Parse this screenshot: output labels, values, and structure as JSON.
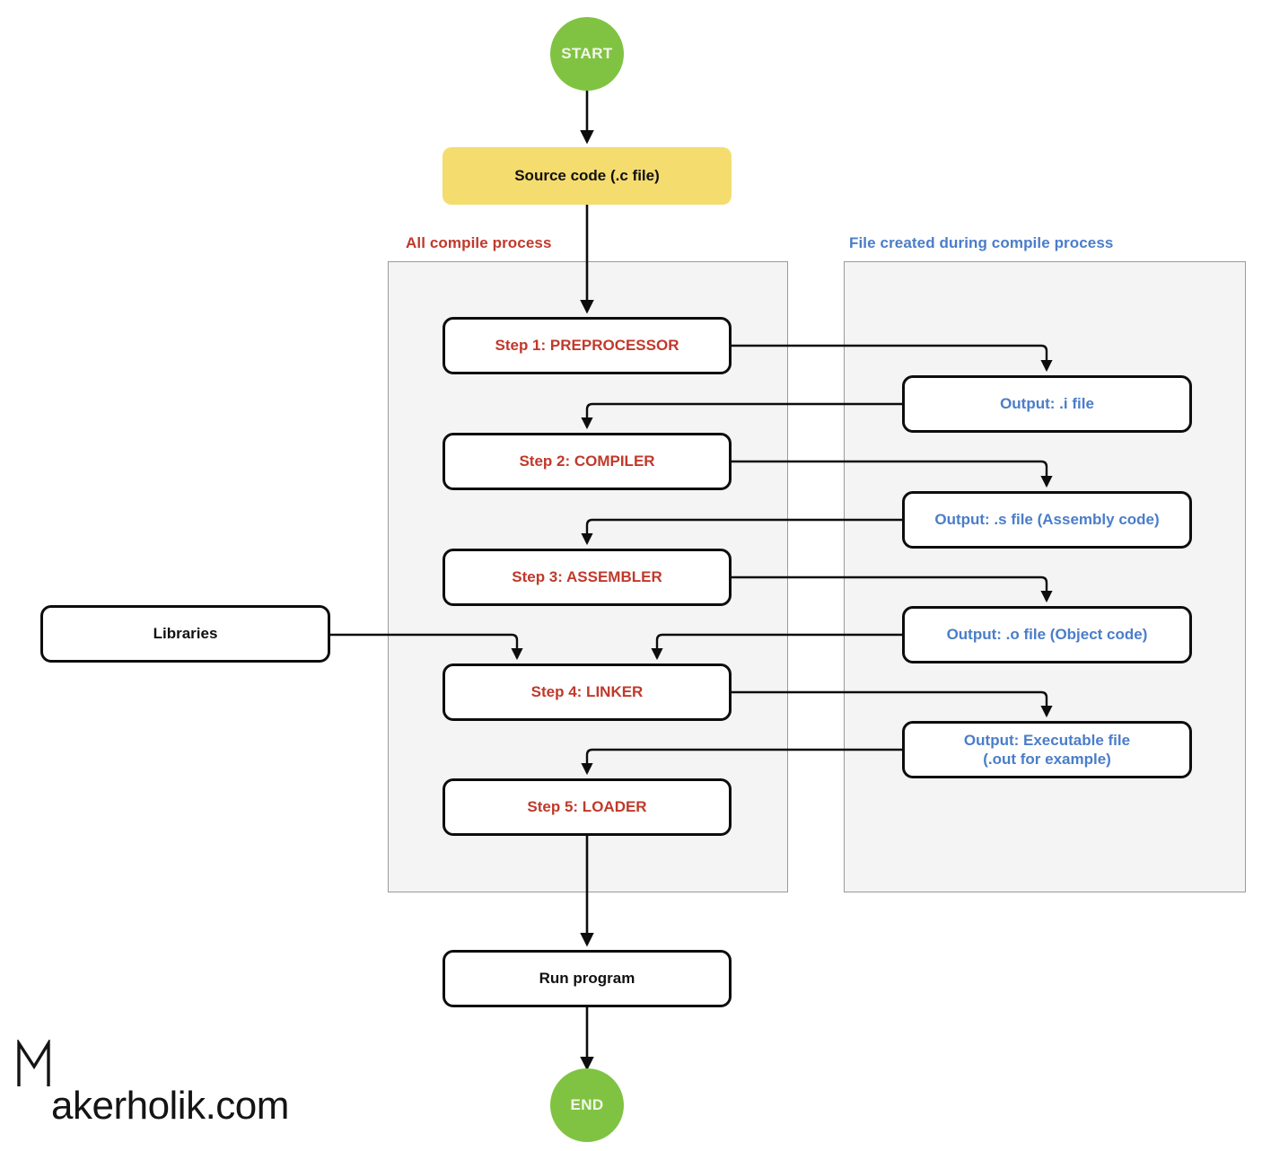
{
  "diagram": {
    "title": "C compilation process flowchart",
    "colors": {
      "red": "#c0392b",
      "blue": "#4a7dc9",
      "green": "#80c342",
      "yellow": "#f5dc6e",
      "panel_fill": "#f4f4f4",
      "stroke": "#0d0d0d"
    }
  },
  "terminators": {
    "start": "START",
    "end": "END"
  },
  "nodes": {
    "source": "Source code (.c file)",
    "libraries": "Libraries",
    "run_program": "Run program"
  },
  "panels": {
    "left": {
      "label": "All compile process"
    },
    "right": {
      "label": "File created during compile process"
    }
  },
  "steps": [
    {
      "label": "Step 1: PREPROCESSOR"
    },
    {
      "label": "Step 2: COMPILER"
    },
    {
      "label": "Step 3: ASSEMBLER"
    },
    {
      "label": "Step 4: LINKER"
    },
    {
      "label": "Step 5: LOADER"
    }
  ],
  "outputs": [
    {
      "label": "Output: .i file",
      "line1": "Output: .i file",
      "line2": ""
    },
    {
      "label": "Output: .s file (Assembly code)",
      "line1": "Output: .s file (Assembly code)",
      "line2": ""
    },
    {
      "label": "Output: .o file (Object code)",
      "line1": "Output: .o file (Object code)",
      "line2": ""
    },
    {
      "label": "Output: Executable file (.out for example)",
      "line1": "Output: Executable file",
      "line2": "(.out for example)"
    }
  ],
  "watermark": {
    "full": "Makerholik.com",
    "rest": "akerholik.com"
  }
}
